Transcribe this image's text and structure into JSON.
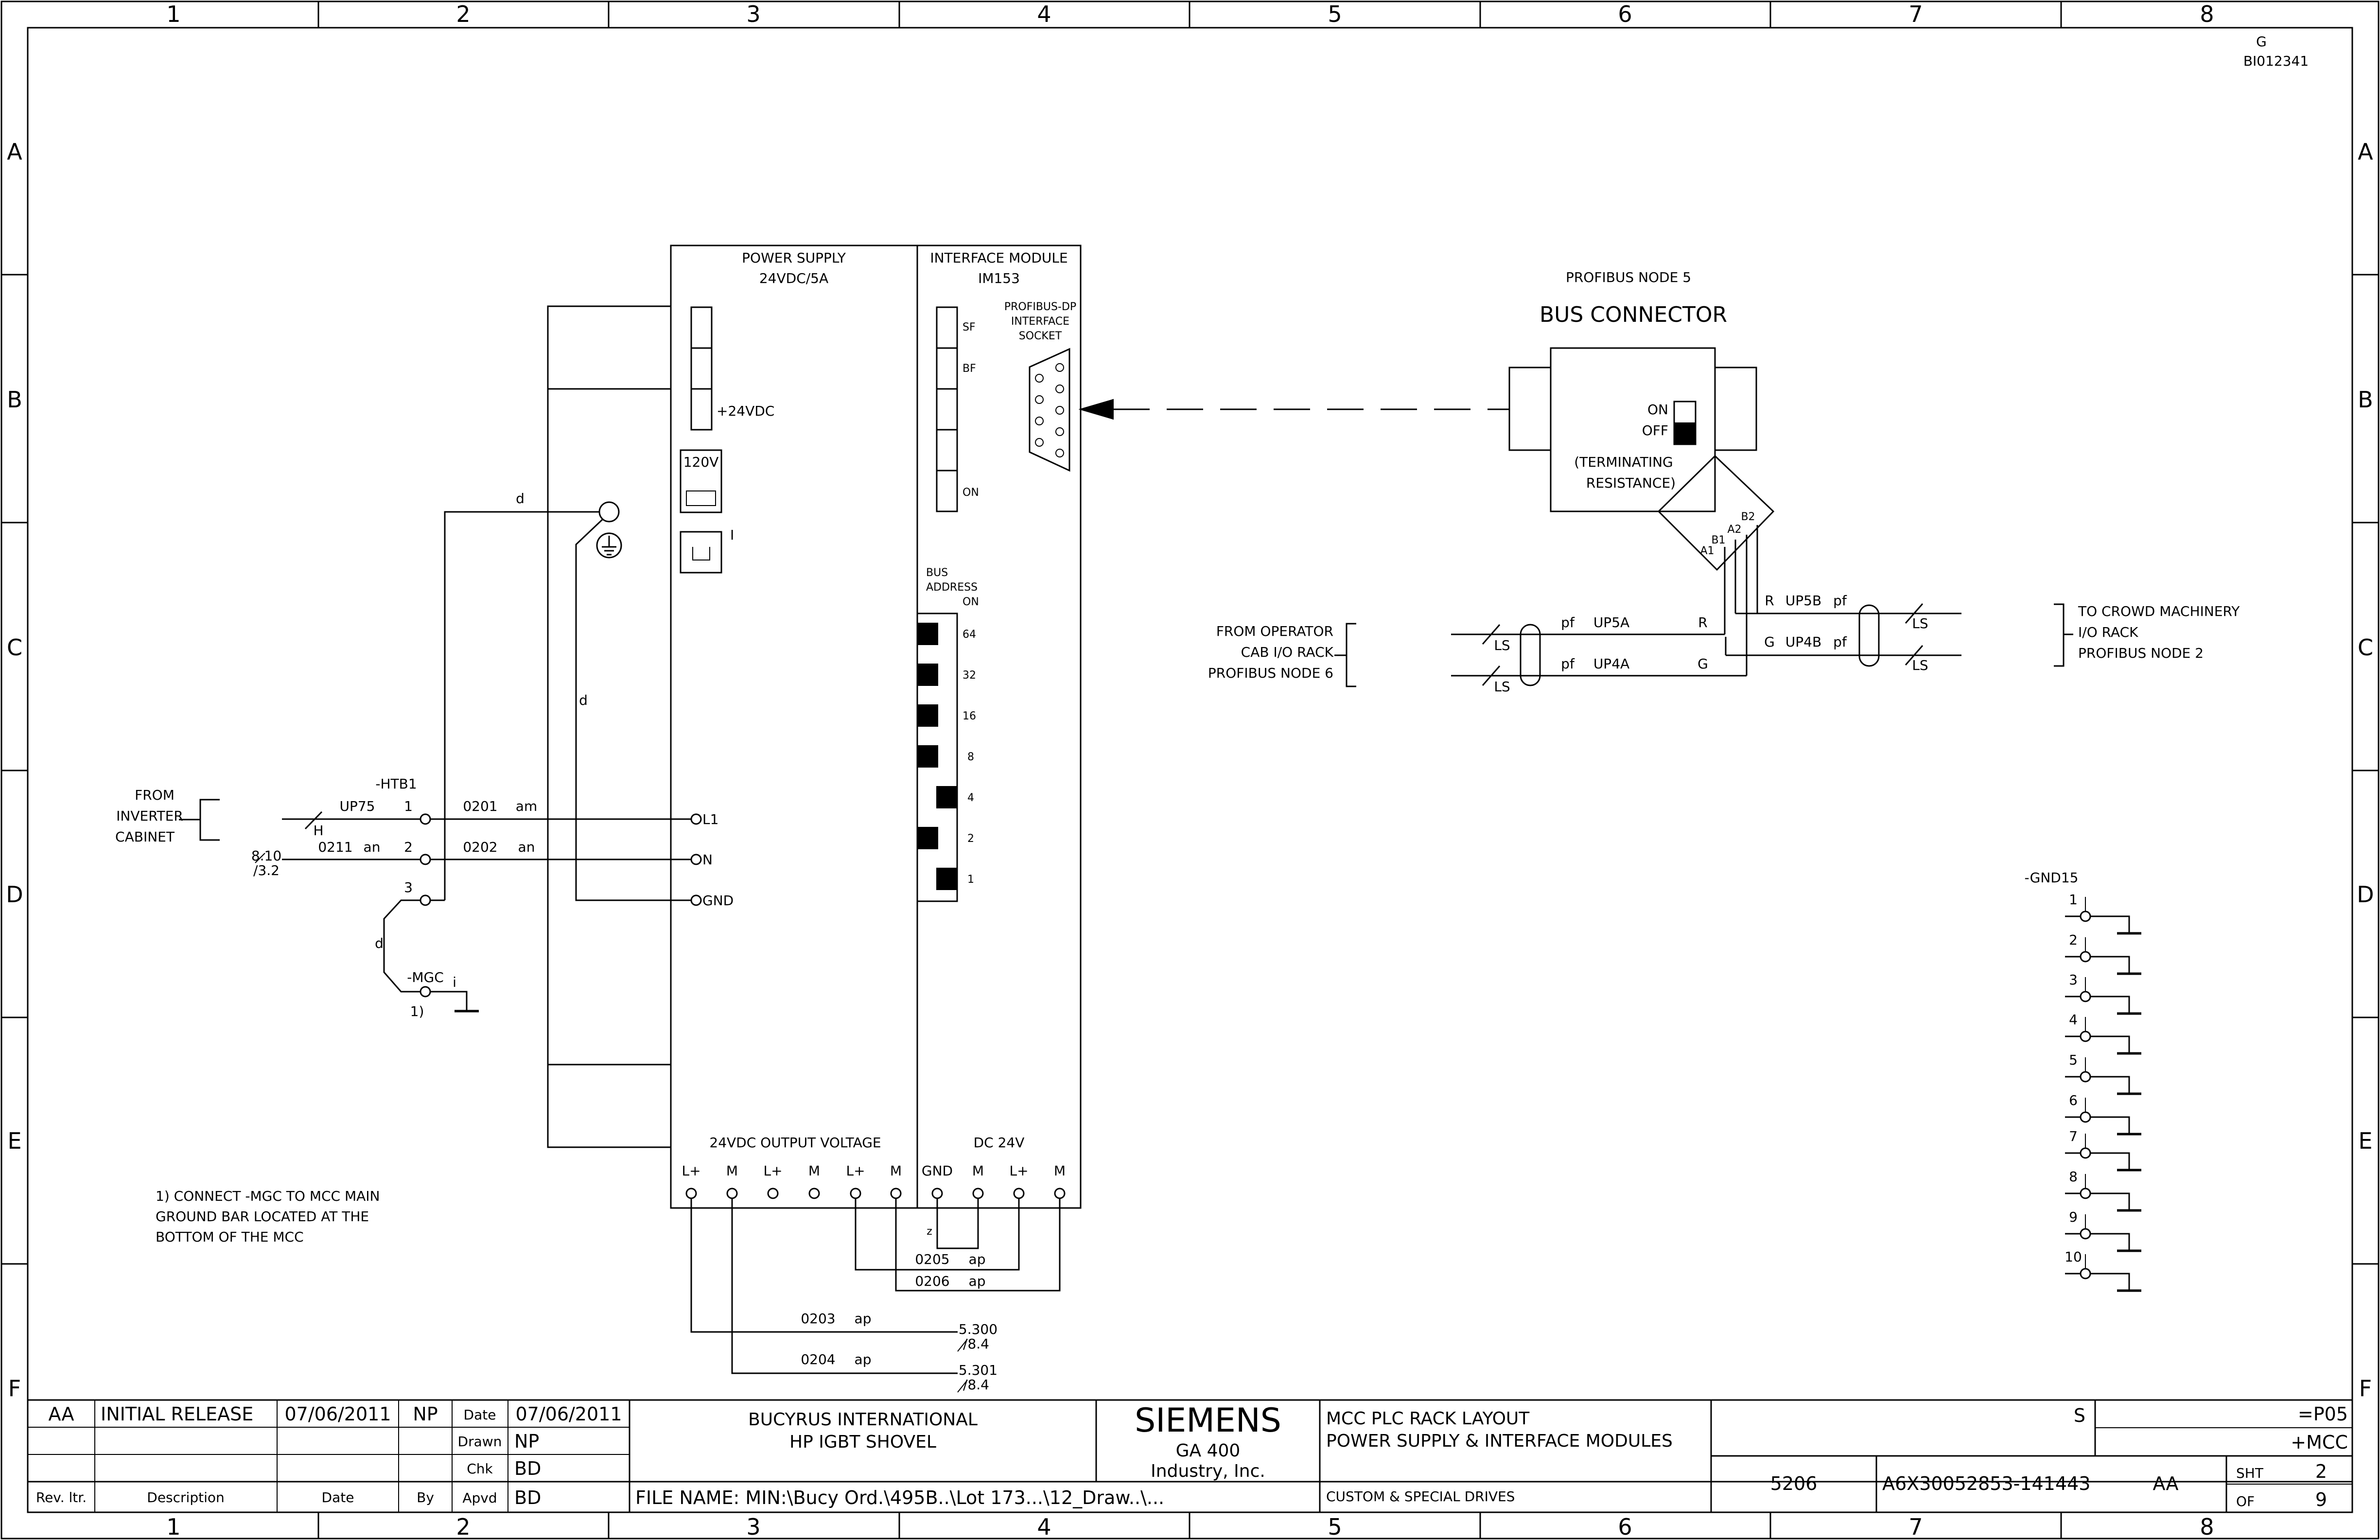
{
  "drawing_id": {
    "rev": "G",
    "number": "BI012341"
  },
  "grid": {
    "columns": [
      "1",
      "2",
      "3",
      "4",
      "5",
      "6",
      "7",
      "8"
    ],
    "rows": [
      "A",
      "B",
      "C",
      "D",
      "E",
      "F"
    ]
  },
  "power_supply": {
    "title1": "POWER SUPPLY",
    "title2": "24VDC/5A",
    "plus24": "+24VDC",
    "v120": "120V",
    "indicator": "I",
    "output_title": "24VDC OUTPUT VOLTAGE",
    "terminals": [
      "L+",
      "M",
      "L+",
      "M",
      "L+",
      "M"
    ],
    "inputs": [
      "L1",
      "N",
      "GND"
    ]
  },
  "interface_module": {
    "title1": "INTERFACE MODULE",
    "title2": "IM153",
    "socket1": "PROFIBUS-DP",
    "socket2": "INTERFACE",
    "socket3": "SOCKET",
    "leds": [
      "SF",
      "BF",
      "ON"
    ],
    "bus1": "BUS",
    "bus2": "ADDRESS",
    "bus_on": "ON",
    "addresses": [
      "64",
      "32",
      "16",
      "8",
      "4",
      "2",
      "1"
    ],
    "dc_title": "DC 24V",
    "dc_terminals": [
      "GND",
      "M",
      "L+",
      "M"
    ]
  },
  "bus_connector": {
    "node": "PROFIBUS NODE 5",
    "title": "BUS CONNECTOR",
    "on": "ON",
    "off": "OFF",
    "term1": "(TERMINATING",
    "term2": "RESISTANCE)",
    "pins": [
      "A1",
      "B1",
      "A2",
      "B2"
    ]
  },
  "from_operator": [
    "FROM OPERATOR",
    "CAB I/O RACK",
    "PROFIBUS NODE 6"
  ],
  "to_crowd": [
    "TO CROWD MACHINERY",
    "I/O RACK",
    "PROFIBUS NODE 2"
  ],
  "cables": {
    "ls": "LS",
    "pf": "pf",
    "up5a": "UP5A",
    "up4a": "UP4A",
    "up5b": "UP5B",
    "up4b": "UP4B",
    "r": "R",
    "g": "G"
  },
  "inverter": {
    "label": [
      "FROM",
      "INVERTER",
      "CABINET"
    ],
    "htb": "-HTB1",
    "up75": "UP75",
    "h": "H",
    "ref1": "8.10",
    "ref2": "/3.2",
    "t1": "1",
    "t2": "2",
    "t3": "3",
    "w0201": "0201",
    "am": "am",
    "w0211": "0211",
    "an": "an",
    "w0202": "0202",
    "an2": "an",
    "d": "d",
    "mgc": "-MGC",
    "i": "i",
    "note_ref": "1)"
  },
  "wires": {
    "z": "z",
    "w0205": "0205",
    "w0206": "0206",
    "w0203": "0203",
    "w0204": "0204",
    "ap": "ap",
    "ref5300": "5.300",
    "ref5301": "5.301",
    "ref84": "/8.4"
  },
  "gnd": {
    "label": "-GND15",
    "numbers": [
      "1",
      "2",
      "3",
      "4",
      "5",
      "6",
      "7",
      "8",
      "9",
      "10"
    ]
  },
  "note": [
    "1) CONNECT -MGC TO MCC MAIN",
    "GROUND BAR LOCATED AT THE",
    "BOTTOM OF THE MCC"
  ],
  "title_block": {
    "rev": "AA",
    "description": "INITIAL RELEASE",
    "date": "07/06/2011",
    "by": "NP",
    "date_label": "Date",
    "date_value": "07/06/2011",
    "drawn_label": "Drawn",
    "drawn_value": "NP",
    "chk_label": "Chk",
    "chk_value": "BD",
    "apvd_label": "Apvd",
    "apvd_value": "BD",
    "hdr_rev": "Rev. ltr.",
    "hdr_desc": "Description",
    "hdr_date": "Date",
    "hdr_by": "By",
    "company1": "BUCYRUS INTERNATIONAL",
    "company2": "HP IGBT SHOVEL",
    "file_name": "FILE NAME:  MIN:\\Bucy Ord.\\495B..\\Lot 173...\\12_Draw..\\...",
    "siemens": "SIEMENS",
    "siemens2": "GA 400",
    "siemens3": "Industry, Inc.",
    "title1": "MCC PLC RACK LAYOUT",
    "title2": "POWER SUPPLY & INTERFACE MODULES",
    "custom": "CUSTOM & SPECIAL DRIVES",
    "s": "S",
    "p05": "=P05",
    "mcc": "+MCC",
    "job": "5206",
    "dwg": "A6X30052853-141443",
    "rev2": "AA",
    "sht_label": "SHT",
    "sht": "2",
    "of_label": "OF",
    "of": "9"
  }
}
